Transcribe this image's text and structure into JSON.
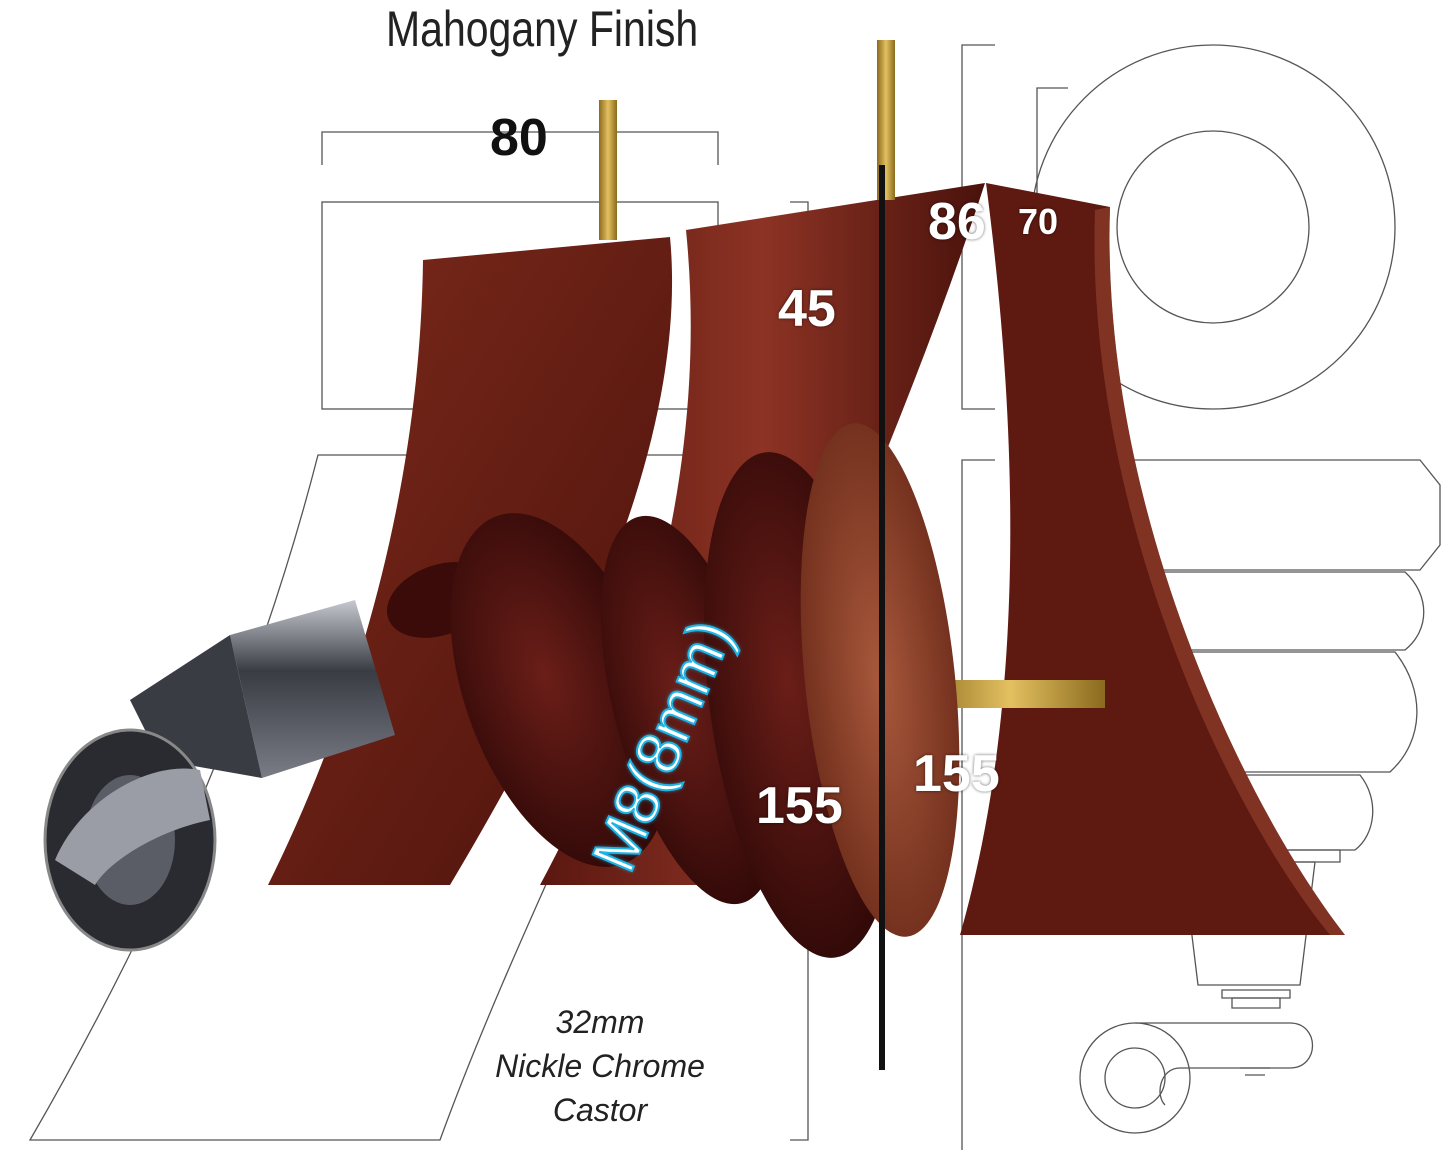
{
  "title": "Mahogany Finish",
  "dimensions": {
    "top_width": "80",
    "base_height": "45",
    "turned_length": "155",
    "tapered_length": "155",
    "outer_diameter": "86",
    "inner_diameter": "70"
  },
  "thread_label": "M8(8mm)",
  "castor": {
    "size": "32mm",
    "material": "Nickle Chrome",
    "type": "Castor"
  },
  "colors": {
    "wood": "#6e1f17",
    "wood_light": "#8c3324",
    "wood_dark": "#3f0d09",
    "brass": "#c9a23a",
    "chrome": "#5a5c66",
    "outline": "#444444",
    "thread_accent": "#1fb4e6"
  }
}
